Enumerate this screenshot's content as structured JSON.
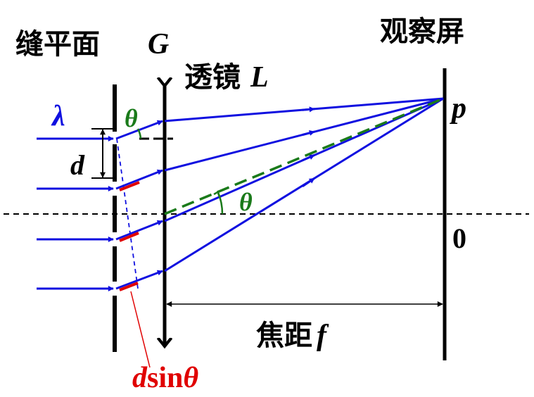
{
  "colors": {
    "ray": "#1010e0",
    "dashed_line": "#1a7a1a",
    "path_difference": "#e00000",
    "ink": "#000000"
  },
  "labels": {
    "slit_plane": "缝平面",
    "slit_plane_symbol": "G",
    "lens": "透镜",
    "lens_symbol": "L",
    "screen": "观察屏",
    "point_p": "p",
    "origin": "0",
    "wavelength": "λ",
    "spacing": "d",
    "angle_top": "θ",
    "angle_axis": "θ",
    "focal_length": "焦距",
    "focal_symbol": "f",
    "path_diff_d": "d",
    "path_diff_sin": "sin",
    "path_diff_theta": "θ"
  }
}
